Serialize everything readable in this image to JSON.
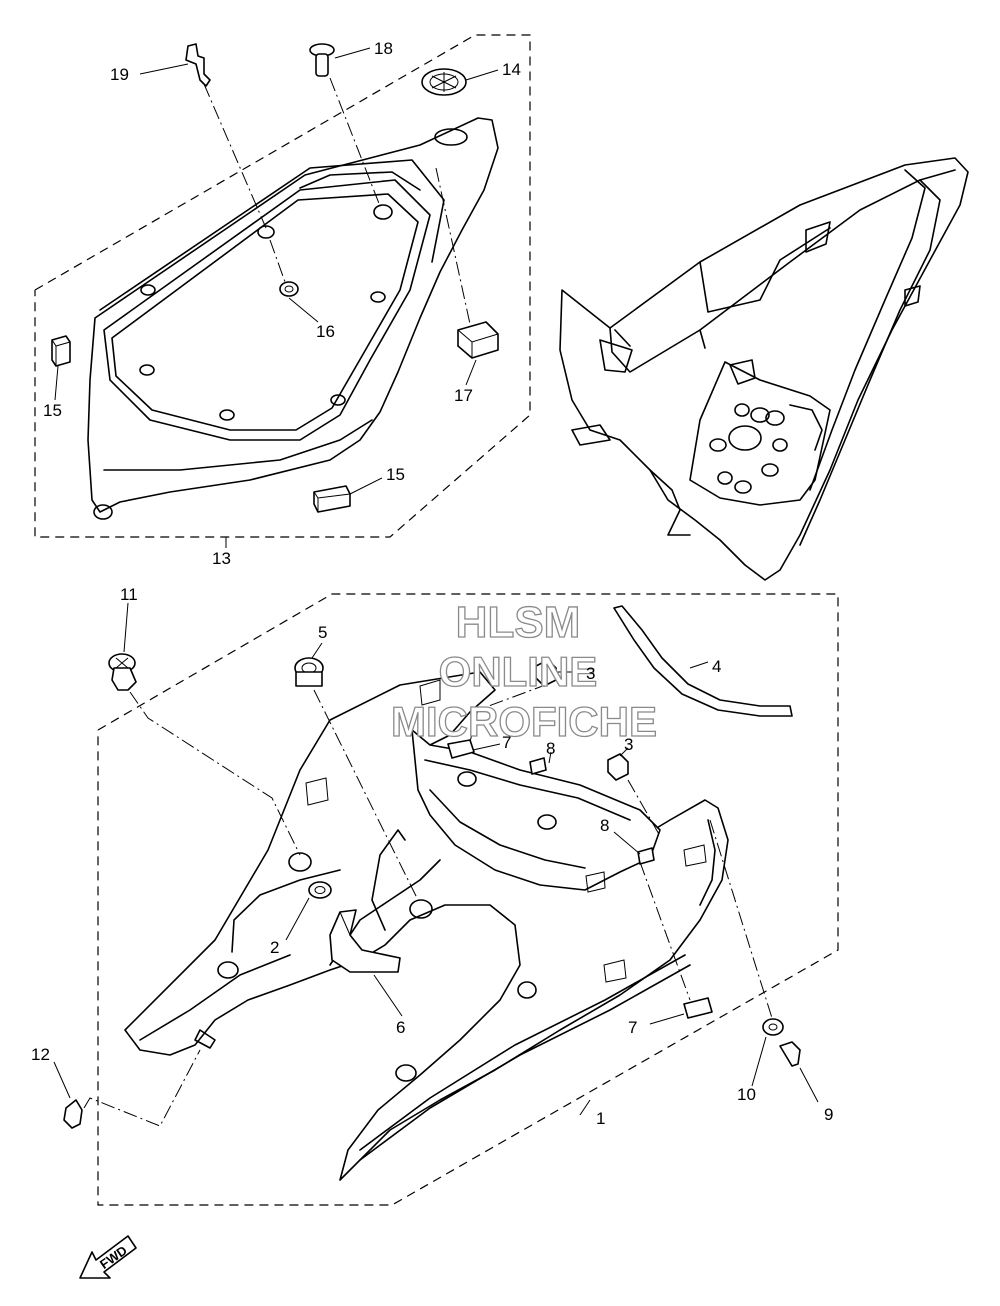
{
  "callouts": {
    "c1": "1",
    "c2": "2",
    "c3a": "3",
    "c3b": "3",
    "c4": "4",
    "c5": "5",
    "c6": "6",
    "c7a": "7",
    "c7b": "7",
    "c8a": "8",
    "c8b": "8",
    "c9": "9",
    "c10": "10",
    "c11": "11",
    "c12": "12",
    "c13": "13",
    "c14": "14",
    "c15a": "15",
    "c15b": "15",
    "c16": "16",
    "c17": "17",
    "c18": "18",
    "c19": "19"
  },
  "watermark": {
    "line1": "HLSM",
    "line2": "ONLINE",
    "line3": "MICROFICHE"
  },
  "fwd_label": "FWD"
}
